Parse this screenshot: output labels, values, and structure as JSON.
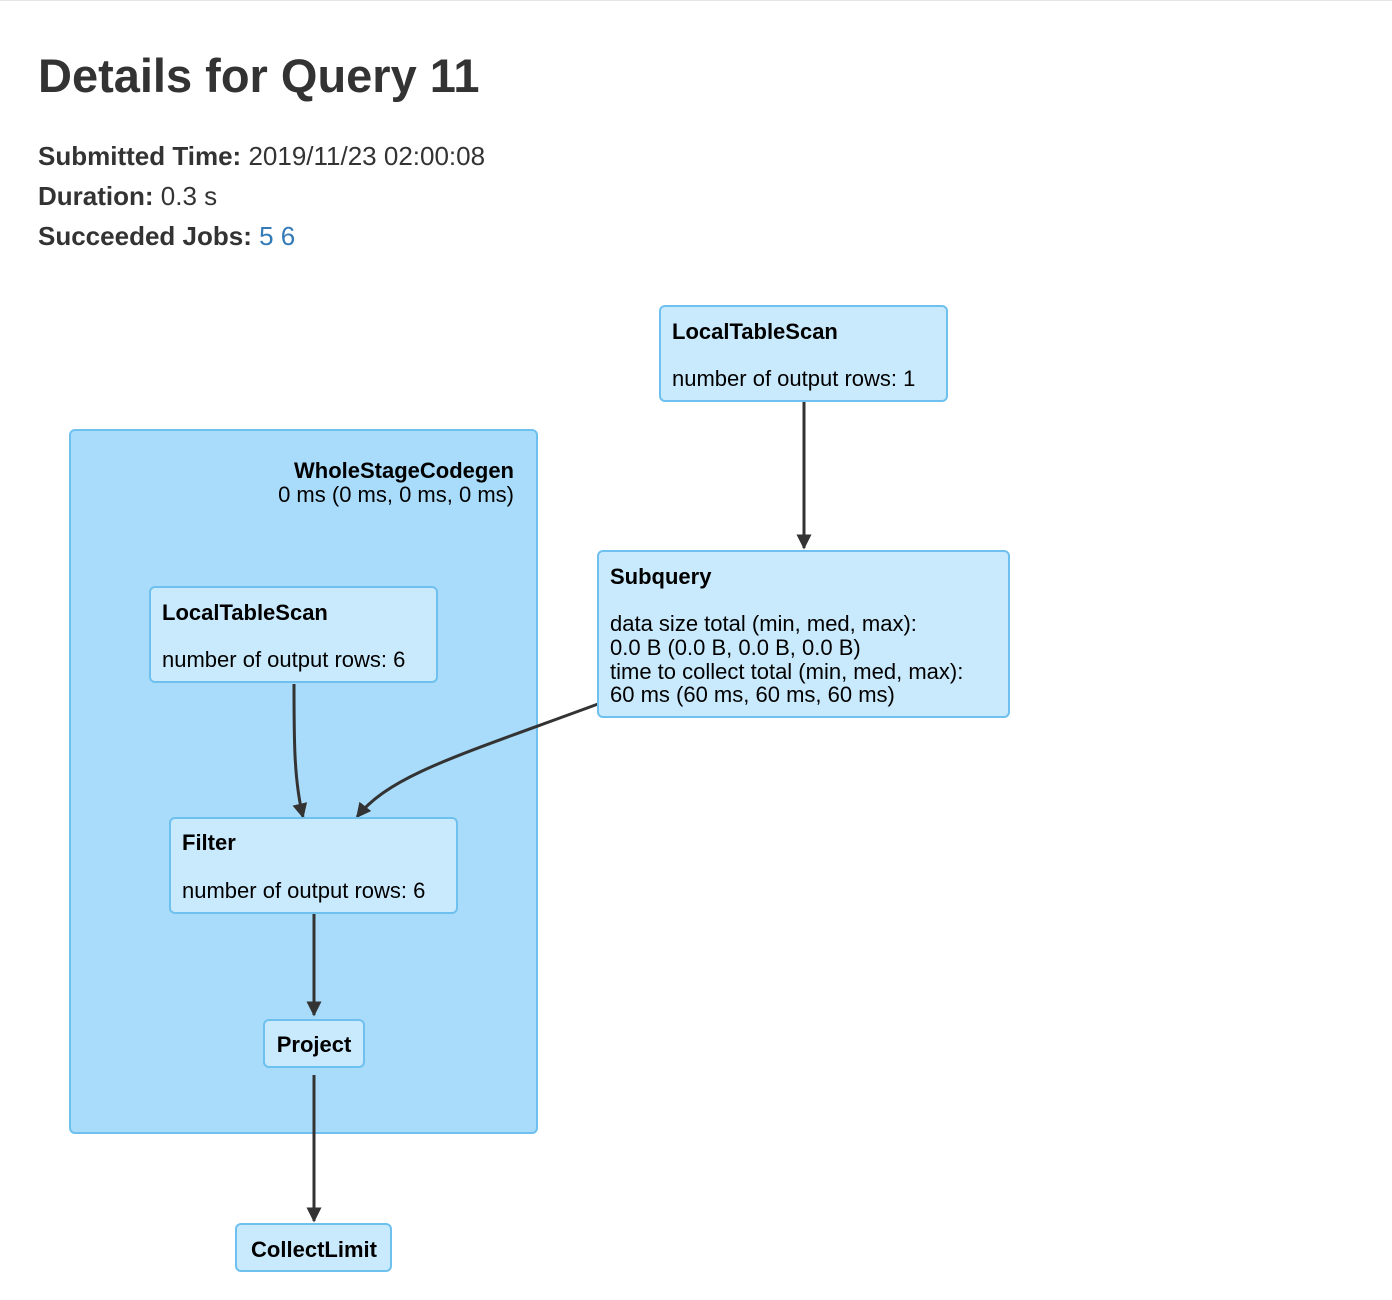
{
  "page": {
    "title": "Details for Query 11"
  },
  "summary": {
    "submitted_label": "Submitted Time:",
    "submitted_value": "2019/11/23 02:00:08",
    "duration_label": "Duration:",
    "duration_value": "0.3 s",
    "jobs_label": "Succeeded Jobs:",
    "jobs": [
      "5",
      "6"
    ]
  },
  "plan": {
    "cluster": {
      "title": "WholeStageCodegen",
      "metric": "0 ms (0 ms, 0 ms, 0 ms)"
    },
    "nodes": {
      "scan_top": {
        "name": "LocalTableScan",
        "metrics": [
          "number of output rows: 1"
        ]
      },
      "subquery": {
        "name": "Subquery",
        "metrics": [
          "data size total (min, med, max):",
          "0.0 B (0.0 B, 0.0 B, 0.0 B)",
          "time to collect total (min, med, max):",
          "60 ms (60 ms, 60 ms, 60 ms)"
        ]
      },
      "scan_inner": {
        "name": "LocalTableScan",
        "metrics": [
          "number of output rows: 6"
        ]
      },
      "filter": {
        "name": "Filter",
        "metrics": [
          "number of output rows: 6"
        ]
      },
      "project": {
        "name": "Project",
        "metrics": []
      },
      "collect": {
        "name": "CollectLimit",
        "metrics": []
      }
    },
    "colors": {
      "cluster_fill": "#a8dcfa",
      "node_fill": "#c9e9fc",
      "border": "#6ec1ef",
      "edge": "#333333",
      "link": "#337ab7"
    }
  }
}
